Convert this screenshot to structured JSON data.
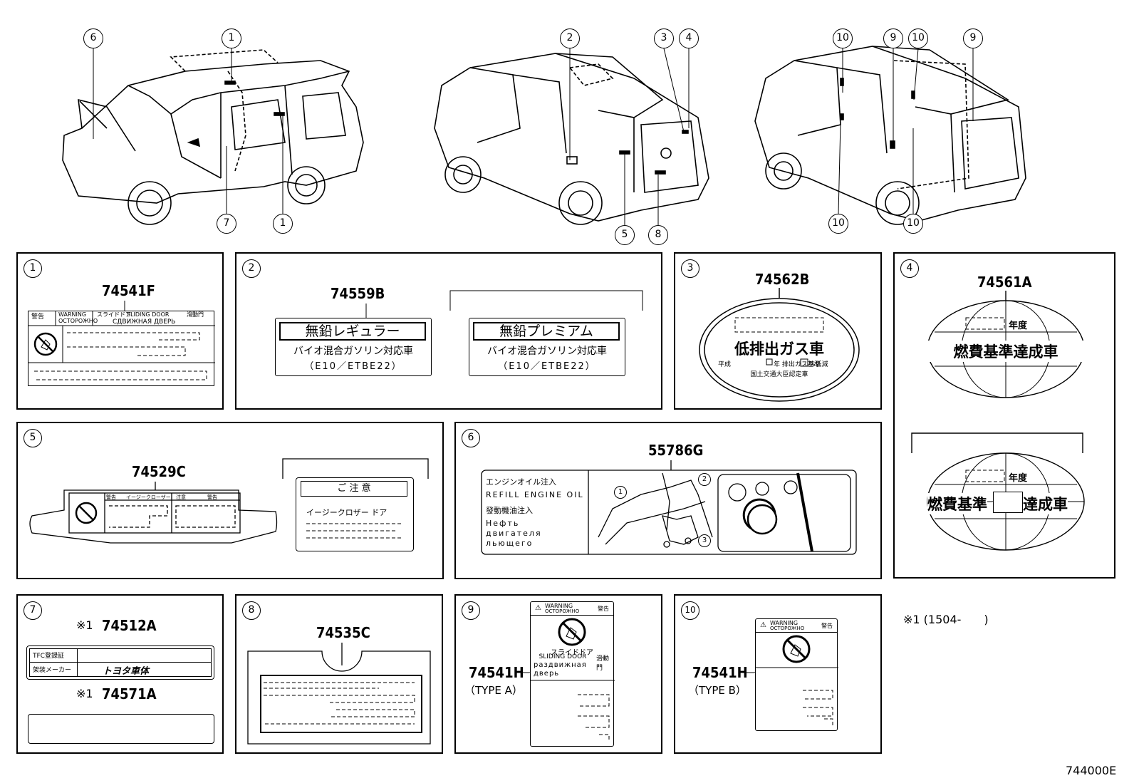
{
  "callouts": {
    "c1a": "6",
    "c1b": "1",
    "c1c": "7",
    "c1d": "1",
    "c2a": "2",
    "c2b": "3",
    "c2c": "4",
    "c2d": "5",
    "c2e": "8",
    "c3a": "10",
    "c3b": "9",
    "c3c": "10",
    "c3d": "9",
    "c3e": "10",
    "c3f": "10"
  },
  "panels": {
    "p1": {
      "num": "1",
      "part": "74541F",
      "label_warn": "警告",
      "label_warn_en": "WARNING",
      "label_warn_ru": "ОСТОРОЖНО",
      "label_jp": "スライドドア",
      "label_en": "SLIDING DOOR",
      "label_zh": "滑動門",
      "label_ru": "СДВИЖНАЯ ДВЕРЬ"
    },
    "p2": {
      "num": "2",
      "part": "74559B",
      "a_title": "無鉛レギュラー",
      "a_line": "バイオ混合ガソリン対応車",
      "a_sub": "（E10／ETBE22）",
      "b_title": "無鉛プレミアム",
      "b_line": "バイオ混合ガソリン対応車",
      "b_sub": "（E10／ETBE22）"
    },
    "p3": {
      "num": "3",
      "part": "74562B",
      "title": "低排出ガス車",
      "line1a": "平成",
      "line1b": "年 排出ガス基準",
      "line1c": "%低減",
      "line2": "国土交通大臣認定車"
    },
    "p4": {
      "num": "4",
      "part": "74561A",
      "year": "年度",
      "a_title": "燃費基準達成車",
      "b_title_a": "燃費基準",
      "b_title_b": "達成車"
    },
    "p5": {
      "num": "5",
      "part": "74529C",
      "c1": "警告",
      "c2": "イージークローザー",
      "c3": "注意",
      "c4": "警告",
      "b_title": "ご 注 意",
      "b_line": "イージークロザー ドア"
    },
    "p6": {
      "num": "6",
      "part": "55786G",
      "l1": "エンジンオイル注入",
      "l2": "REFILL ENGINE OIL",
      "l3": "發動機油注入",
      "l4": "Нефть",
      "l5": "двигателя",
      "l6": "льющего",
      "n1": "1",
      "n2": "2",
      "n3": "3"
    },
    "p7": {
      "num": "7",
      "mark1": "※1",
      "part1": "74512A",
      "mark2": "※1",
      "part2": "74571A",
      "row1": "TFC登録証",
      "row2": "架装メーカー",
      "brand": "トヨタ車体"
    },
    "p8": {
      "num": "8",
      "part": "74535C"
    },
    "p9": {
      "num": "9",
      "part": "74541H",
      "type": "（TYPE A）",
      "warn_en": "WARNING",
      "warn_ru": "ОСТОРОЖНО",
      "warn_cn": "警告",
      "jp": "スライドドア",
      "en": "SLIDING DOOR",
      "zh": "滑動門",
      "ru1": "раздвижная",
      "ru2": "дверь"
    },
    "p10": {
      "num": "10",
      "part": "74541H",
      "type": "（TYPE B）",
      "warn_en": "WARNING",
      "warn_ru": "ОСТОРОЖНО",
      "warn_cn": "警告"
    }
  },
  "footnote": "※1 (1504-　　)",
  "figure_code": "744000E"
}
